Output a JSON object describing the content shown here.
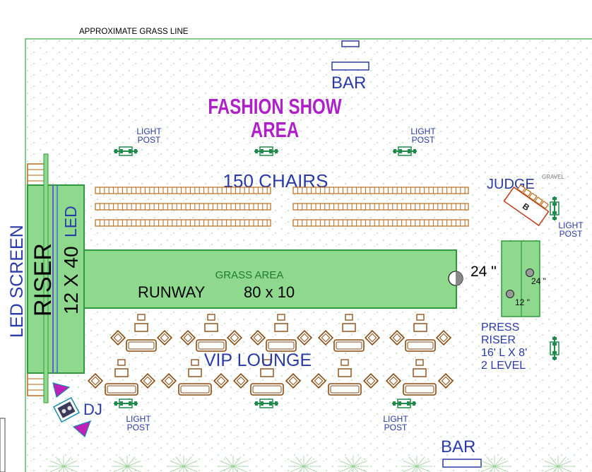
{
  "labels": {
    "grass_line": "APPROXIMATE GRASS LINE",
    "bar_top": "BAR",
    "bar_bottom": "BAR",
    "fashion_line1": "FASHION SHOW",
    "fashion_line2": "AREA",
    "light_word": "LIGHT",
    "post_word": "POST",
    "chairs": "150 CHAIRS",
    "judge": "JUDGE",
    "gravel": "GRAVEL",
    "led_screen": "LED SCREEN",
    "riser": "RISER",
    "riser_size": "12 X 40",
    "led": "LED",
    "grass_area": "GRASS AREA",
    "runway": "RUNWAY",
    "runway_size": "80 x 10",
    "tree_24": "24 \"",
    "press_24": "24 \"",
    "press_12": "12 \"",
    "press_riser": [
      "PRESS",
      "RISER",
      "16' L X 8'",
      "2 LEVEL"
    ],
    "vip": "VIP LOUNGE",
    "dj": "DJ",
    "judge_mark": "B"
  },
  "colors": {
    "fashion": "#b020c8",
    "blue_text": "#2a3aa8",
    "green_fill": "#8fd98f",
    "green_stroke": "#2f9a3a",
    "wood": "#b86a1a",
    "furniture": "#8a4a10",
    "fixture": "#1f8a4a"
  }
}
